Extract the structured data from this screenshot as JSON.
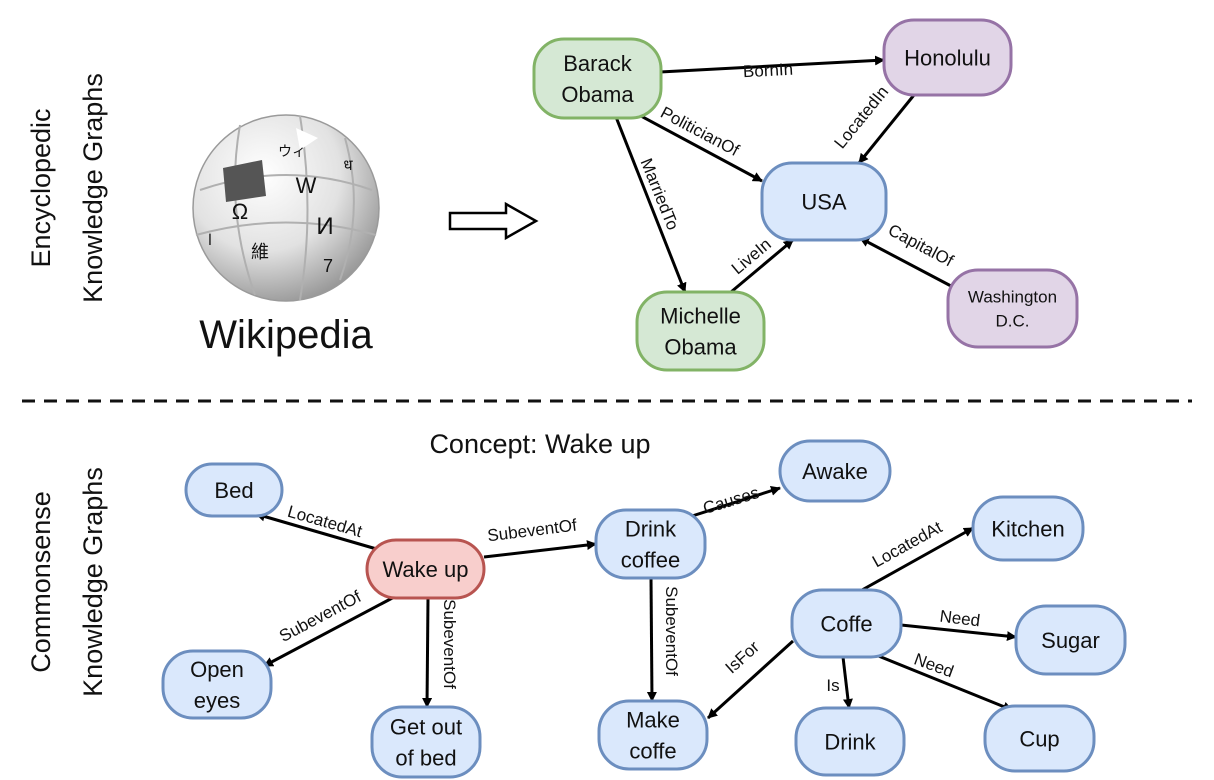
{
  "sections": {
    "encyclopedic": {
      "line1": "Encyclopedic",
      "line2": "Knowledge Graphs"
    },
    "commonsense": {
      "line1": "Commonsense",
      "line2": "Knowledge Graphs"
    }
  },
  "wikipedia": {
    "label": "Wikipedia",
    "globe_glyphs": [
      "Ω",
      "W",
      "И",
      "維",
      "ウィ",
      "7",
      "ध",
      "ا"
    ]
  },
  "concept_title": "Concept: Wake up",
  "colors": {
    "green_fill": "#d5e8d4",
    "green_stroke": "#82b366",
    "purple_fill": "#e1d5e7",
    "purple_stroke": "#9673a6",
    "blue_fill": "#dae8fc",
    "blue_stroke": "#6c8ebf",
    "red_fill": "#f8cecc",
    "red_stroke": "#b85450"
  },
  "nodes": {
    "barack": [
      "Barack",
      "Obama"
    ],
    "honolulu": [
      "Honolulu"
    ],
    "usa": [
      "USA"
    ],
    "michelle": [
      "Michelle",
      "Obama"
    ],
    "washington": [
      "Washington",
      "D.C."
    ],
    "bed": [
      "Bed"
    ],
    "wakeup": [
      "Wake up"
    ],
    "open_eyes": [
      "Open",
      "eyes"
    ],
    "get_out": [
      "Get out",
      "of bed"
    ],
    "drink_coffee": [
      "Drink",
      "coffee"
    ],
    "awake": [
      "Awake"
    ],
    "make_coffe": [
      "Make",
      "coffe"
    ],
    "coffe": [
      "Coffe"
    ],
    "kitchen": [
      "Kitchen"
    ],
    "sugar": [
      "Sugar"
    ],
    "drink": [
      "Drink"
    ],
    "cup": [
      "Cup"
    ]
  },
  "edges": {
    "born_in": "BornIn",
    "politician_of": "PoliticianOf",
    "married_to": "MarriedTo",
    "located_in": "LocatedIn",
    "live_in": "LiveIn",
    "capital_of": "CapitalOf",
    "located_at_bed": "LocatedAt",
    "subevent_open": "SubeventOf",
    "subevent_getout": "SubeventOf",
    "subevent_drink": "SubeventOf",
    "causes": "Causes",
    "subevent_make": "SubeventOf",
    "is_for": "IsFor",
    "located_at_kitchen": "LocatedAt",
    "need_sugar": "Need",
    "need_cup": "Need",
    "is": "Is"
  }
}
